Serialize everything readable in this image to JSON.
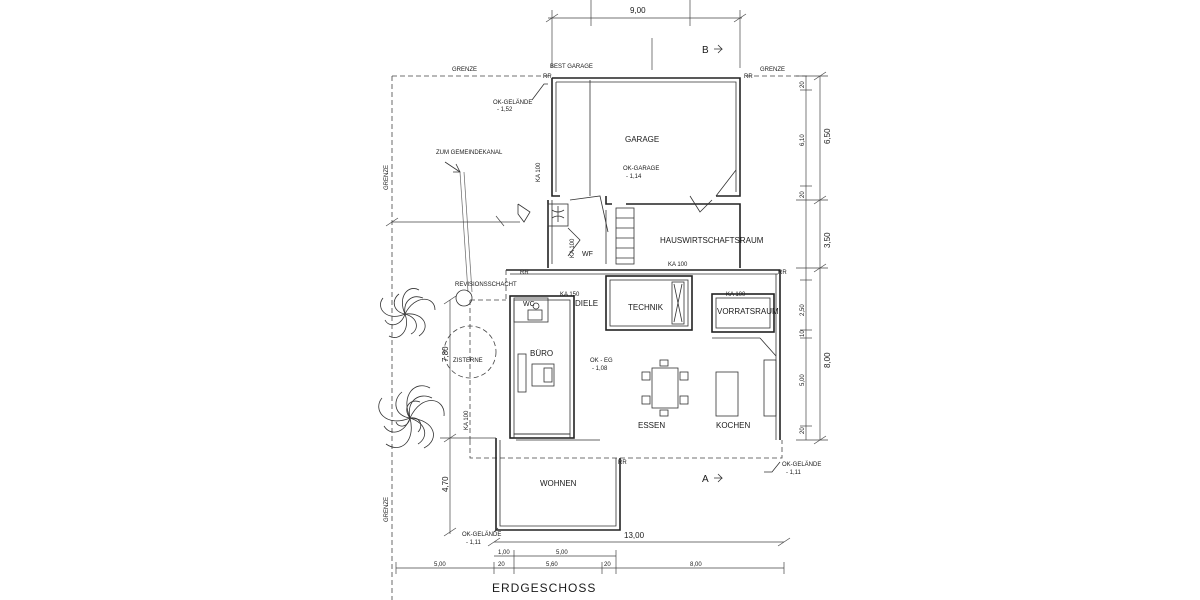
{
  "title": "ERDGESCHOSS",
  "rooms": {
    "garage": "GARAGE",
    "hauswirtschaftsraum": "HAUSWIRTSCHAFTSRAUM",
    "technik": "TECHNIK",
    "vorratsraum": "VORRATSRAUM",
    "buero": "BÜRO",
    "wc": "WC",
    "diele": "DIELE",
    "wf": "WF",
    "essen": "ESSEN",
    "kochen": "KOCHEN",
    "wohnen": "WOHNEN"
  },
  "annotations": {
    "best_garage": "BEST GARAGE",
    "grenze": "GRENZE",
    "ok_gelaende_label": "OK-GELÄNDE",
    "ok_gelaende_1": "- 1,52",
    "ok_gelaende_2": "- 1,11",
    "ok_gelaende_3": "- 1,11",
    "ok_garage_label": "OK-GARAGE",
    "ok_garage_value": "- 1,14",
    "ok_eg_label": "OK - EG",
    "ok_eg_value": "- 1,08",
    "gemeindekanal": "ZUM GEMEINDEKANAL",
    "revisionsschacht": "REVISIONSSCHACHT",
    "zisterne": "ZISTERNE",
    "ka100": "KA 100",
    "ka150": "KA 150",
    "rr": "RR",
    "section_a": "A",
    "section_b": "B"
  },
  "dimensions": {
    "top_width": "9,00",
    "bottom_width": "13,00",
    "right_top": "6,50",
    "right_mid": "3,50",
    "right_bottom": "8,00",
    "right_a1": "20",
    "right_a2": "6,10",
    "right_a3": "20",
    "right_b1": "2,50",
    "right_b2": "10",
    "right_b3": "5,00",
    "right_b4": "20",
    "left_upper": "7,80",
    "left_lower": "4,70",
    "bottom_a1": "1,00",
    "bottom_a2": "5,00",
    "bottom_b1": "5,00",
    "bottom_b2": "20",
    "bottom_b3": "5,60",
    "bottom_b4": "20",
    "bottom_b5": "8,00"
  }
}
